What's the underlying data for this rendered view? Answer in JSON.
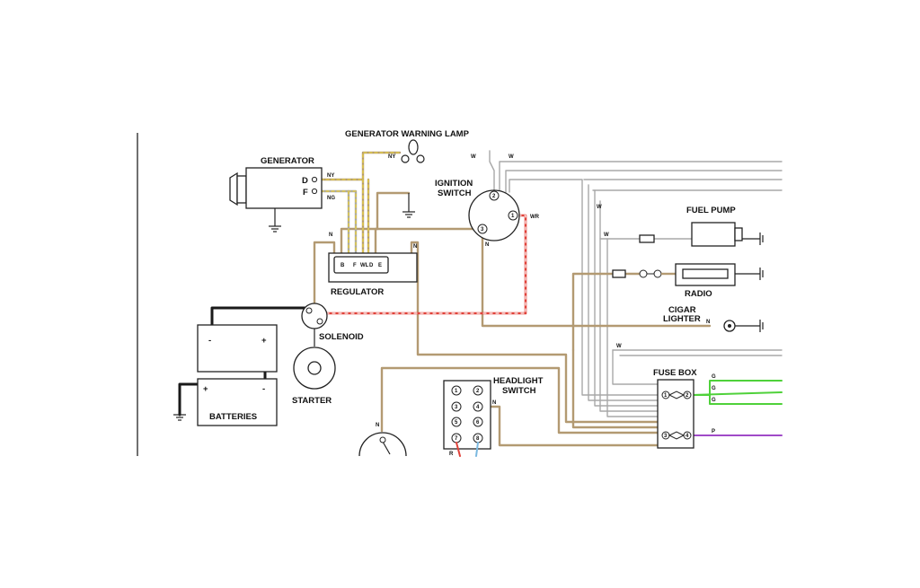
{
  "components": {
    "generator_warning_lamp": "GENERATOR WARNING LAMP",
    "generator": "GENERATOR",
    "ignition_switch_1": "IGNITION",
    "ignition_switch_2": "SWITCH",
    "fuel_pump": "FUEL PUMP",
    "radio": "RADIO",
    "cigar_lighter_1": "CIGAR",
    "cigar_lighter_2": "LIGHTER",
    "regulator": "REGULATOR",
    "solenoid": "SOLENOID",
    "starter": "STARTER",
    "batteries": "BATTERIES",
    "headlight_switch_1": "HEADLIGHT",
    "headlight_switch_2": "SWITCH",
    "fuse_box": "FUSE BOX"
  },
  "generator_terminals": [
    "D",
    "F"
  ],
  "regulator_terminals": [
    "B",
    "F",
    "WL",
    "D",
    "E"
  ],
  "ignition_terminals": [
    "2",
    "1",
    "3"
  ],
  "headlight_switch_terminals": [
    "1",
    "2",
    "3",
    "4",
    "5",
    "6",
    "7",
    "8"
  ],
  "fuse_terminals": [
    "1",
    "2",
    "3",
    "4"
  ],
  "battery_polarity": [
    "-",
    "+",
    "+",
    "-"
  ],
  "wire_codes": {
    "ny": "NY",
    "ny_lamp": "NY",
    "ng": "NG",
    "w_top1": "W",
    "w_top2": "W",
    "wr": "WR",
    "w_fuel": "W",
    "w_left": "W",
    "w_fuse_in": "W",
    "n_reg1": "N",
    "n_reg2": "N",
    "n_ign": "N",
    "n_cigar": "N",
    "n_lamp": "N",
    "n_hl": "N",
    "g1": "G",
    "g2": "G",
    "g3": "G",
    "p": "P",
    "r": "R"
  },
  "colors": {
    "tan": "#b39a72",
    "red": "#e0423a",
    "green": "#4fd13a",
    "purple": "#a04ac8",
    "yellow": "#e0c84a",
    "grey": "#a8a8a8",
    "black": "#1a1a1a",
    "blue": "#7ab8e0"
  }
}
